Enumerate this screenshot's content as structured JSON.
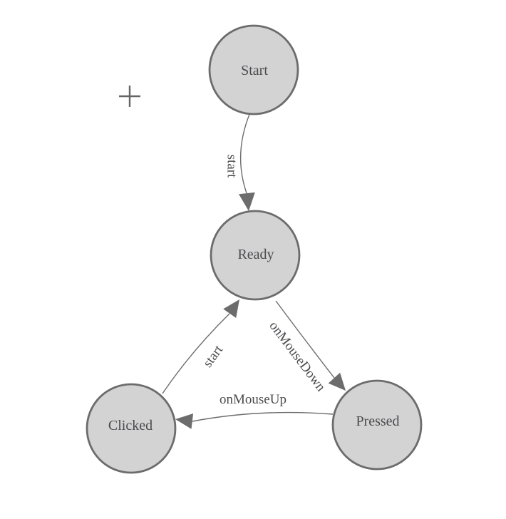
{
  "page": {
    "background": "#ffffff"
  },
  "cursor": {
    "icon": "plus-crosshair"
  },
  "diagram": {
    "type": "state-machine",
    "colors": {
      "node_fill": "#d3d3d3",
      "node_stroke": "#6c6c6c",
      "edge_stroke": "#6c6c6c",
      "arrow_fill": "#6c6c6c",
      "label_text": "#4b4b4f"
    },
    "nodes": [
      {
        "id": "start",
        "label": "Start"
      },
      {
        "id": "ready",
        "label": "Ready"
      },
      {
        "id": "clicked",
        "label": "Clicked"
      },
      {
        "id": "pressed",
        "label": "Pressed"
      }
    ],
    "edges": [
      {
        "id": "start-to-ready",
        "from": "Start",
        "to": "Ready",
        "label": "start"
      },
      {
        "id": "ready-to-pressed",
        "from": "Ready",
        "to": "Pressed",
        "label": "onMouseDown"
      },
      {
        "id": "pressed-to-clicked",
        "from": "Pressed",
        "to": "Clicked",
        "label": "onMouseUp"
      },
      {
        "id": "clicked-to-ready",
        "from": "Clicked",
        "to": "Ready",
        "label": "start"
      }
    ]
  }
}
